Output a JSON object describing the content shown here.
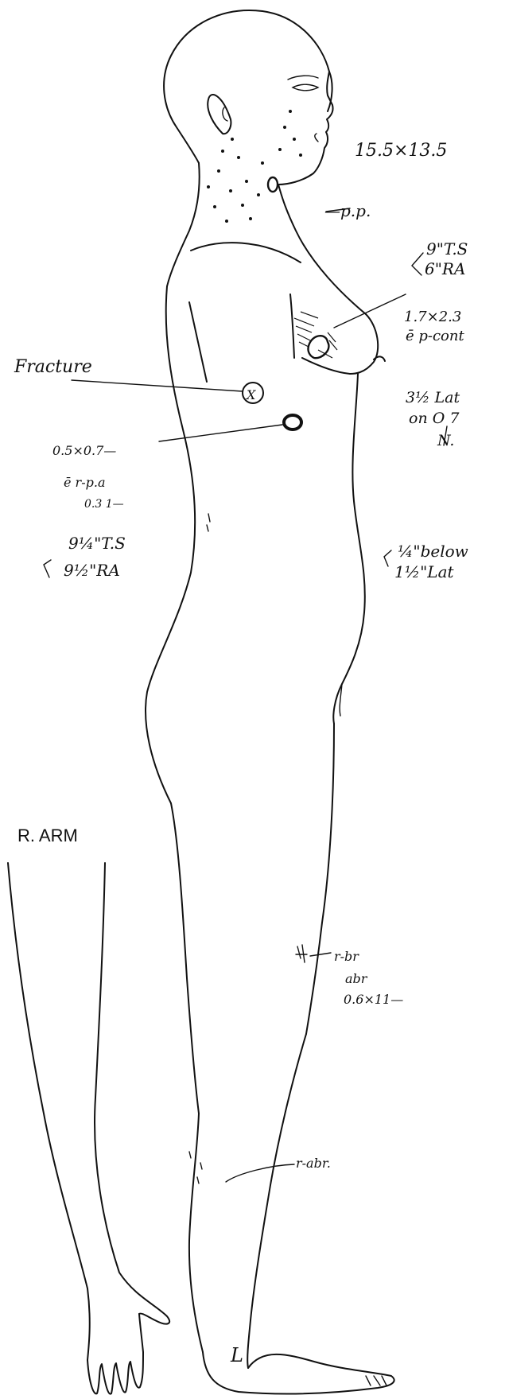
{
  "notes": {
    "face_size": "15.5×13.5",
    "pp": "—p.p.",
    "chest_line1": "9\"T.S",
    "chest_line2": "6\"RA",
    "breast_line1": "1.7×2.3",
    "breast_line2": "ē p-cont",
    "right_line1": "3½ Lat",
    "right_line2": "on O  7",
    "right_line3": "N.",
    "fracture": "Fracture",
    "small_size": "0.5×0.7—",
    "side_line1": "ē r-p.a",
    "side_line2": "0.3 1—",
    "waist_line1": "9¼\"T.S",
    "waist_line2": "9½\"RA",
    "below_line1": "¼\"below",
    "below_line2": "1½\"Lat",
    "thigh_line1": "r-br",
    "thigh_line2": "abr",
    "thigh_line3": "0.6×11—",
    "shin": "r-abr.",
    "arm_label": "R. ARM",
    "foot_mark": "L"
  }
}
